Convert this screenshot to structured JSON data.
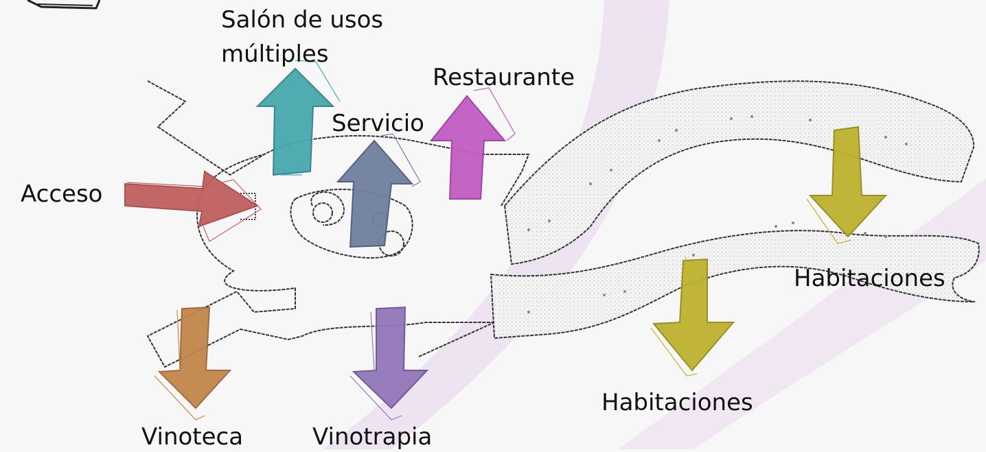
{
  "labels": {
    "salon_line1": "Salón de usos",
    "salon_line2": "múltiples",
    "restaurante": "Restaurante",
    "servicio": "Servicio",
    "acceso": "Acceso",
    "habitaciones_right": "Habitaciones",
    "habitaciones_bottom": "Habitaciones",
    "vinoteca": "Vinoteca",
    "vinotrapia": "Vinotrapia"
  },
  "colors": {
    "acceso": "#c0605f",
    "salon": "#47a8ad",
    "servicio": "#6f7f9e",
    "restaurante": "#c25ec4",
    "habitaciones": "#bfb22f",
    "vinoteca": "#c2864a",
    "vinotrapia": "#9277b8",
    "backdrop": "#ece0f0"
  }
}
